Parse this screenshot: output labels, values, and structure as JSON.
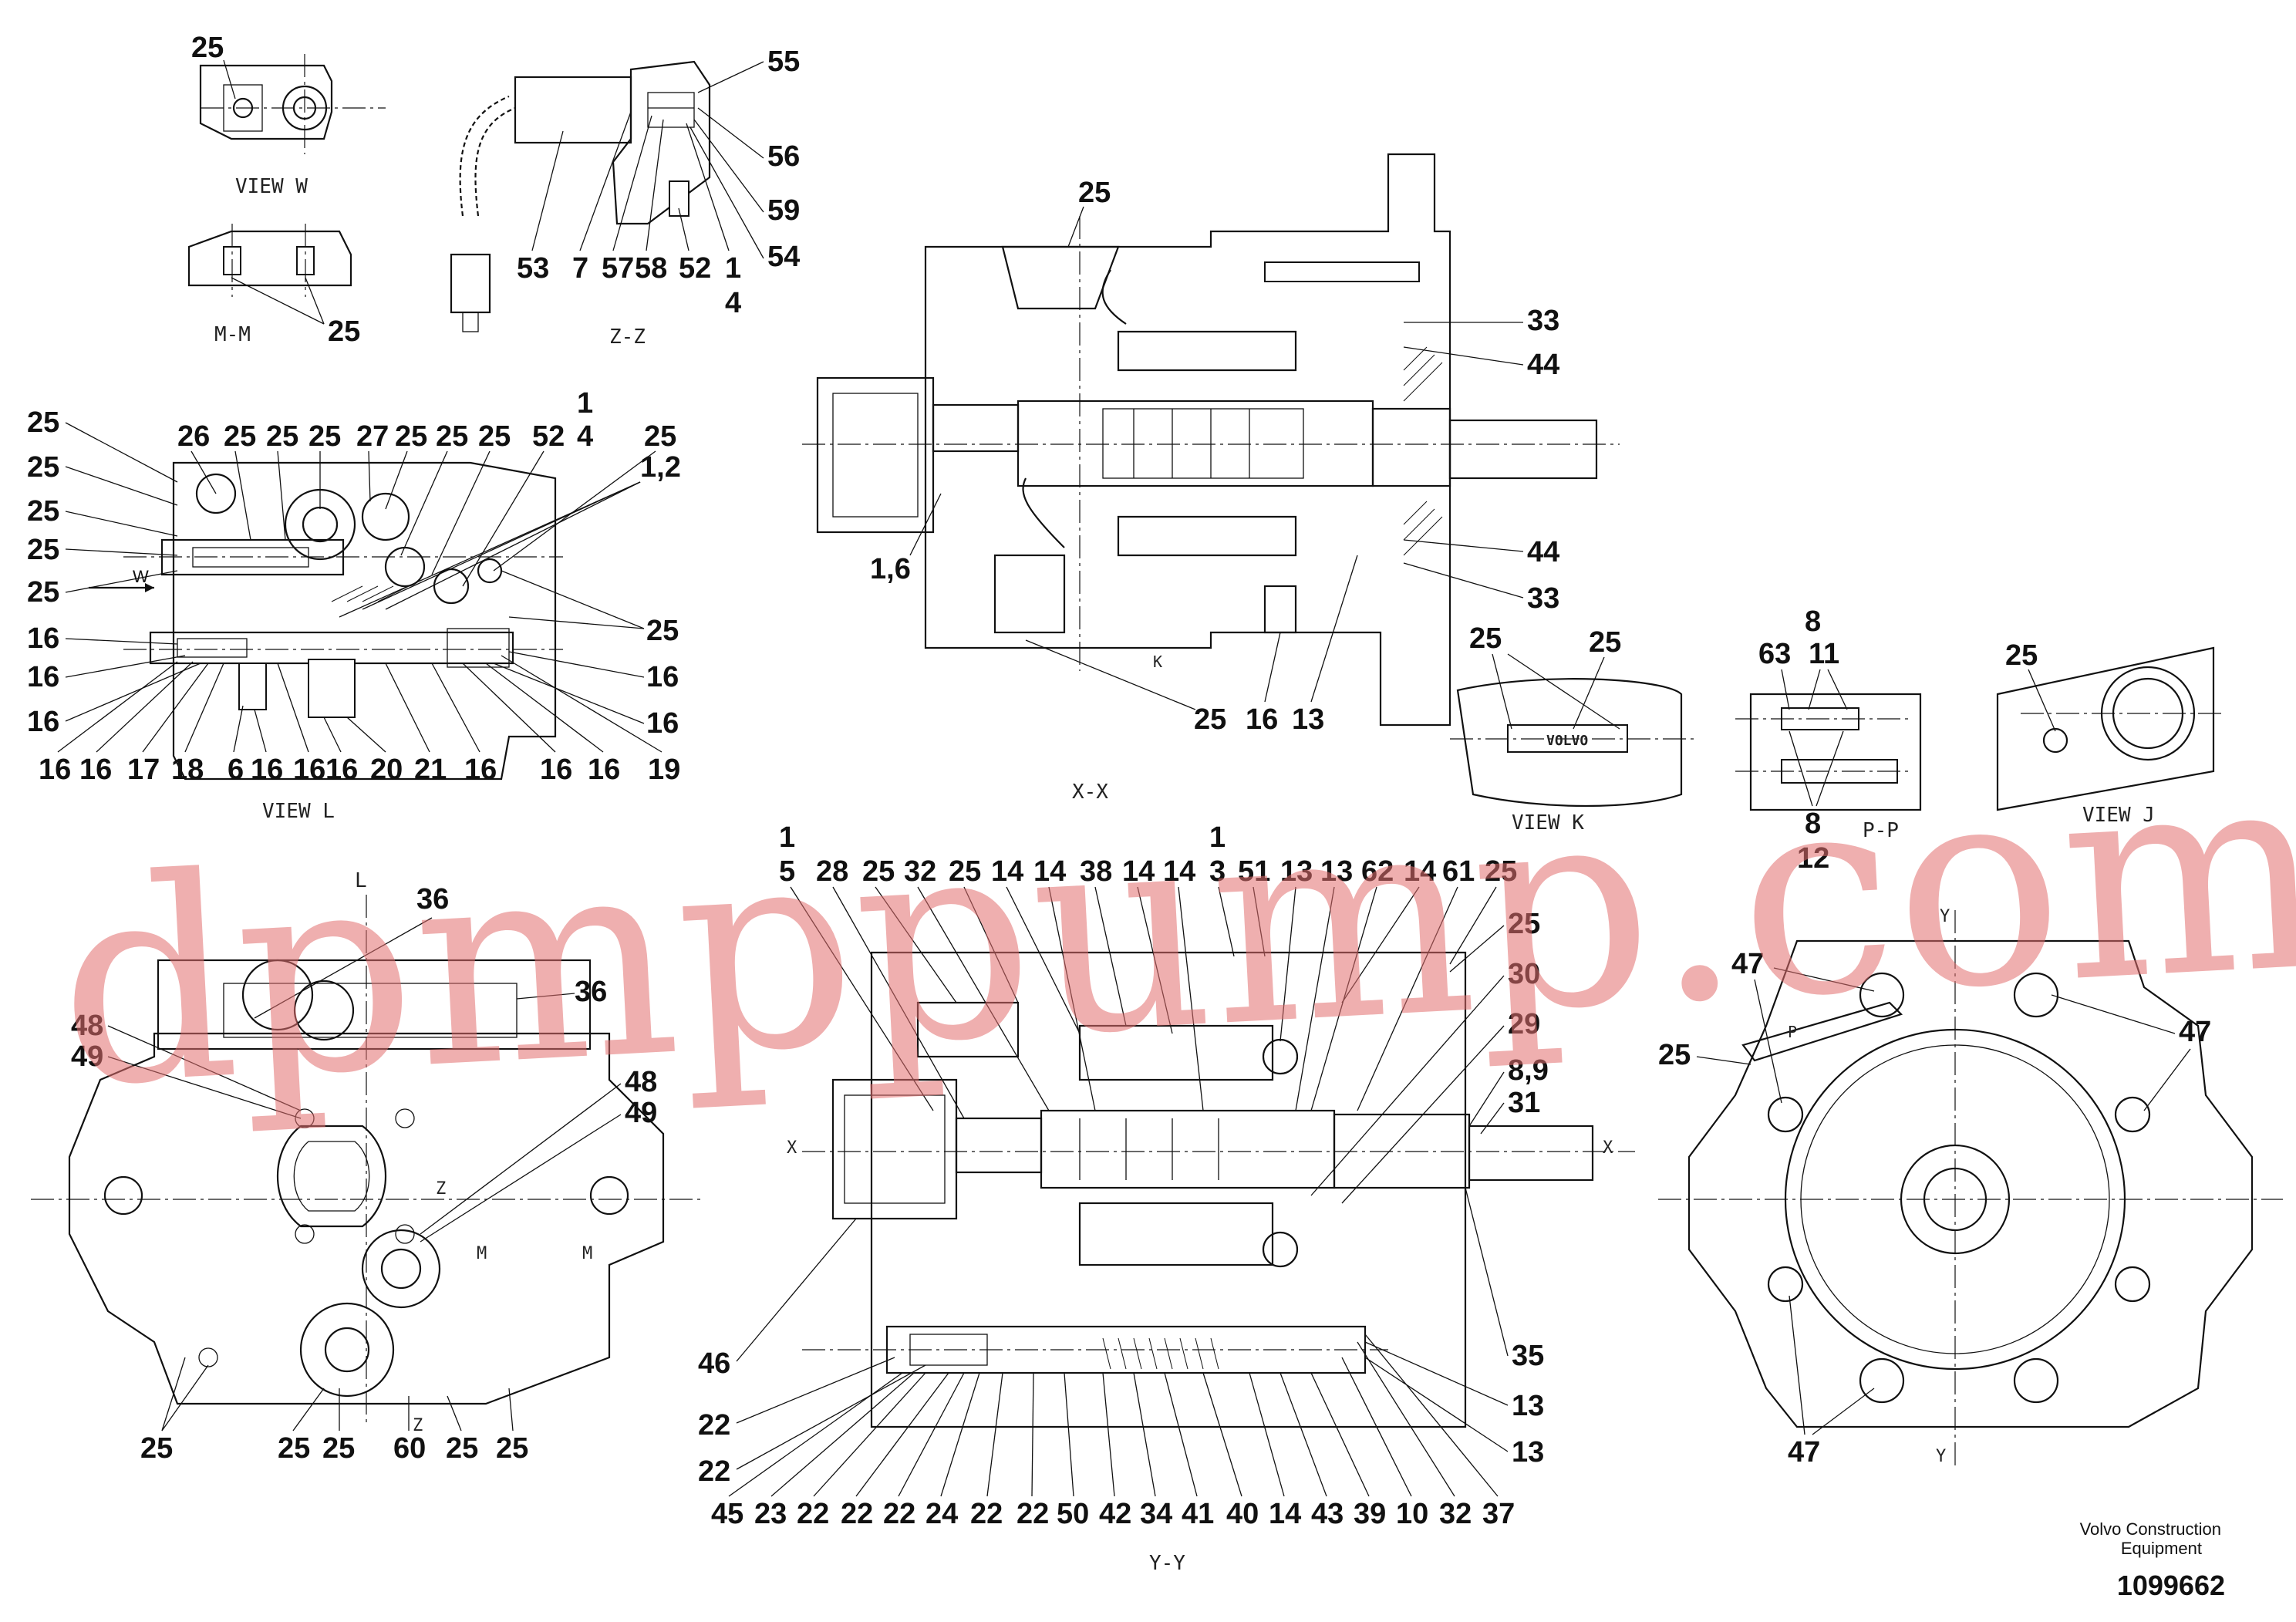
{
  "watermark": "dpmppump.com",
  "footer": {
    "company_line1": "Volvo Construction",
    "company_line2": "Equipment",
    "drawing_number": "1099662"
  },
  "view_labels": {
    "view_w": "VIEW W",
    "m_m": "M-M",
    "z_z": "Z-Z",
    "view_l": "VIEW L",
    "x_x": "X-X",
    "view_k": "VIEW K",
    "p_p": "P-P",
    "view_j": "VIEW J",
    "y_y": "Y-Y",
    "volvo_plate": "VOLVO"
  },
  "section_marks": {
    "x": "X",
    "y": "Y",
    "m": "M",
    "w": "W",
    "k": "K",
    "l": "L",
    "z": "Z",
    "p": "P"
  },
  "callouts": {
    "c_25_vw": "25",
    "c_25_mm": "25",
    "c_55": "55",
    "c_56": "56",
    "c_59": "59",
    "c_54": "54",
    "c_53": "53",
    "c_7": "7",
    "c_57": "57",
    "c_58": "58",
    "c_52_zz": "52",
    "c_1_zz": "1",
    "c_4_zz": "4",
    "l_t_26": "26",
    "l_t_25a": "25",
    "l_t_25b": "25",
    "l_t_27": "27",
    "l_t_25c": "25",
    "l_t_25d": "25",
    "l_t_25e": "25",
    "l_t_52": "52",
    "l_t_1": "1",
    "l_t_4": "4",
    "l_t_25f": "25",
    "l_t_12": "1,2",
    "l_l_25a": "25",
    "l_l_25b": "25",
    "l_l_25c": "25",
    "l_l_25d": "25",
    "l_l_25e": "25",
    "l_l_16a": "16",
    "l_l_16b": "16",
    "l_l_16c": "16",
    "l_r_25": "25",
    "l_r_16a": "16",
    "l_r_16b": "16",
    "l_b_16a": "16",
    "l_b_16b": "16",
    "l_b_17": "17",
    "l_b_18": "18",
    "l_b_6": "6",
    "l_b_16c": "16",
    "l_b_16d": "16",
    "l_b_16e": "16",
    "l_b_20": "20",
    "l_b_21": "21",
    "l_b_16f": "16",
    "l_b_16g": "16",
    "l_b_16h": "16",
    "l_b_19": "19",
    "x_25": "25",
    "x_33a": "33",
    "x_44a": "44",
    "x_16": "1,6",
    "x_44b": "44",
    "x_33b": "33",
    "x_25b": "25",
    "x_16b": "16",
    "x_13": "13",
    "k_25a": "25",
    "k_25b": "25",
    "p_8a": "8",
    "p_63": "63",
    "p_11": "11",
    "p_8b": "8",
    "p_12": "12",
    "j_25": "25",
    "f_36a": "36",
    "f_36b": "36",
    "f_48a": "48",
    "f_49a": "49",
    "f_48b": "48",
    "f_49b": "49",
    "f_25a": "25",
    "f_25b": "25",
    "f_25c": "25",
    "f_60": "60",
    "f_25d": "25",
    "f_25e": "25",
    "y_t_1": "1",
    "y_t_5": "5",
    "y_t_28": "28",
    "y_t_25a": "25",
    "y_t_32": "32",
    "y_t_25b": "25",
    "y_t_14a": "14",
    "y_t_14b": "14",
    "y_t_38": "38",
    "y_t_14c": "14",
    "y_t_14d": "14",
    "y_t_1b": "1",
    "y_t_3": "3",
    "y_t_51": "51",
    "y_t_13a": "13",
    "y_t_13b": "13",
    "y_t_62": "62",
    "y_t_14e": "14",
    "y_t_61": "61",
    "y_t_25c": "25",
    "y_r_25": "25",
    "y_r_30": "30",
    "y_r_29": "29",
    "y_r_89": "8,9",
    "y_r_31": "31",
    "y_r_35": "35",
    "y_r_13a": "13",
    "y_r_13b": "13",
    "y_l_46": "46",
    "y_l_22a": "22",
    "y_l_22b": "22",
    "y_b_45": "45",
    "y_b_23": "23",
    "y_b_22a": "22",
    "y_b_22b": "22",
    "y_b_22c": "22",
    "y_b_24": "24",
    "y_b_22d": "22",
    "y_b_22e": "22",
    "y_b_50": "50",
    "y_b_42": "42",
    "y_b_34": "34",
    "y_b_41": "41",
    "y_b_40": "40",
    "y_b_14": "14",
    "y_b_43": "43",
    "y_b_39": "39",
    "y_b_10": "10",
    "y_b_32": "32",
    "y_b_37": "37",
    "r_47a": "47",
    "r_47b": "47",
    "r_25": "25",
    "r_47c": "47"
  }
}
